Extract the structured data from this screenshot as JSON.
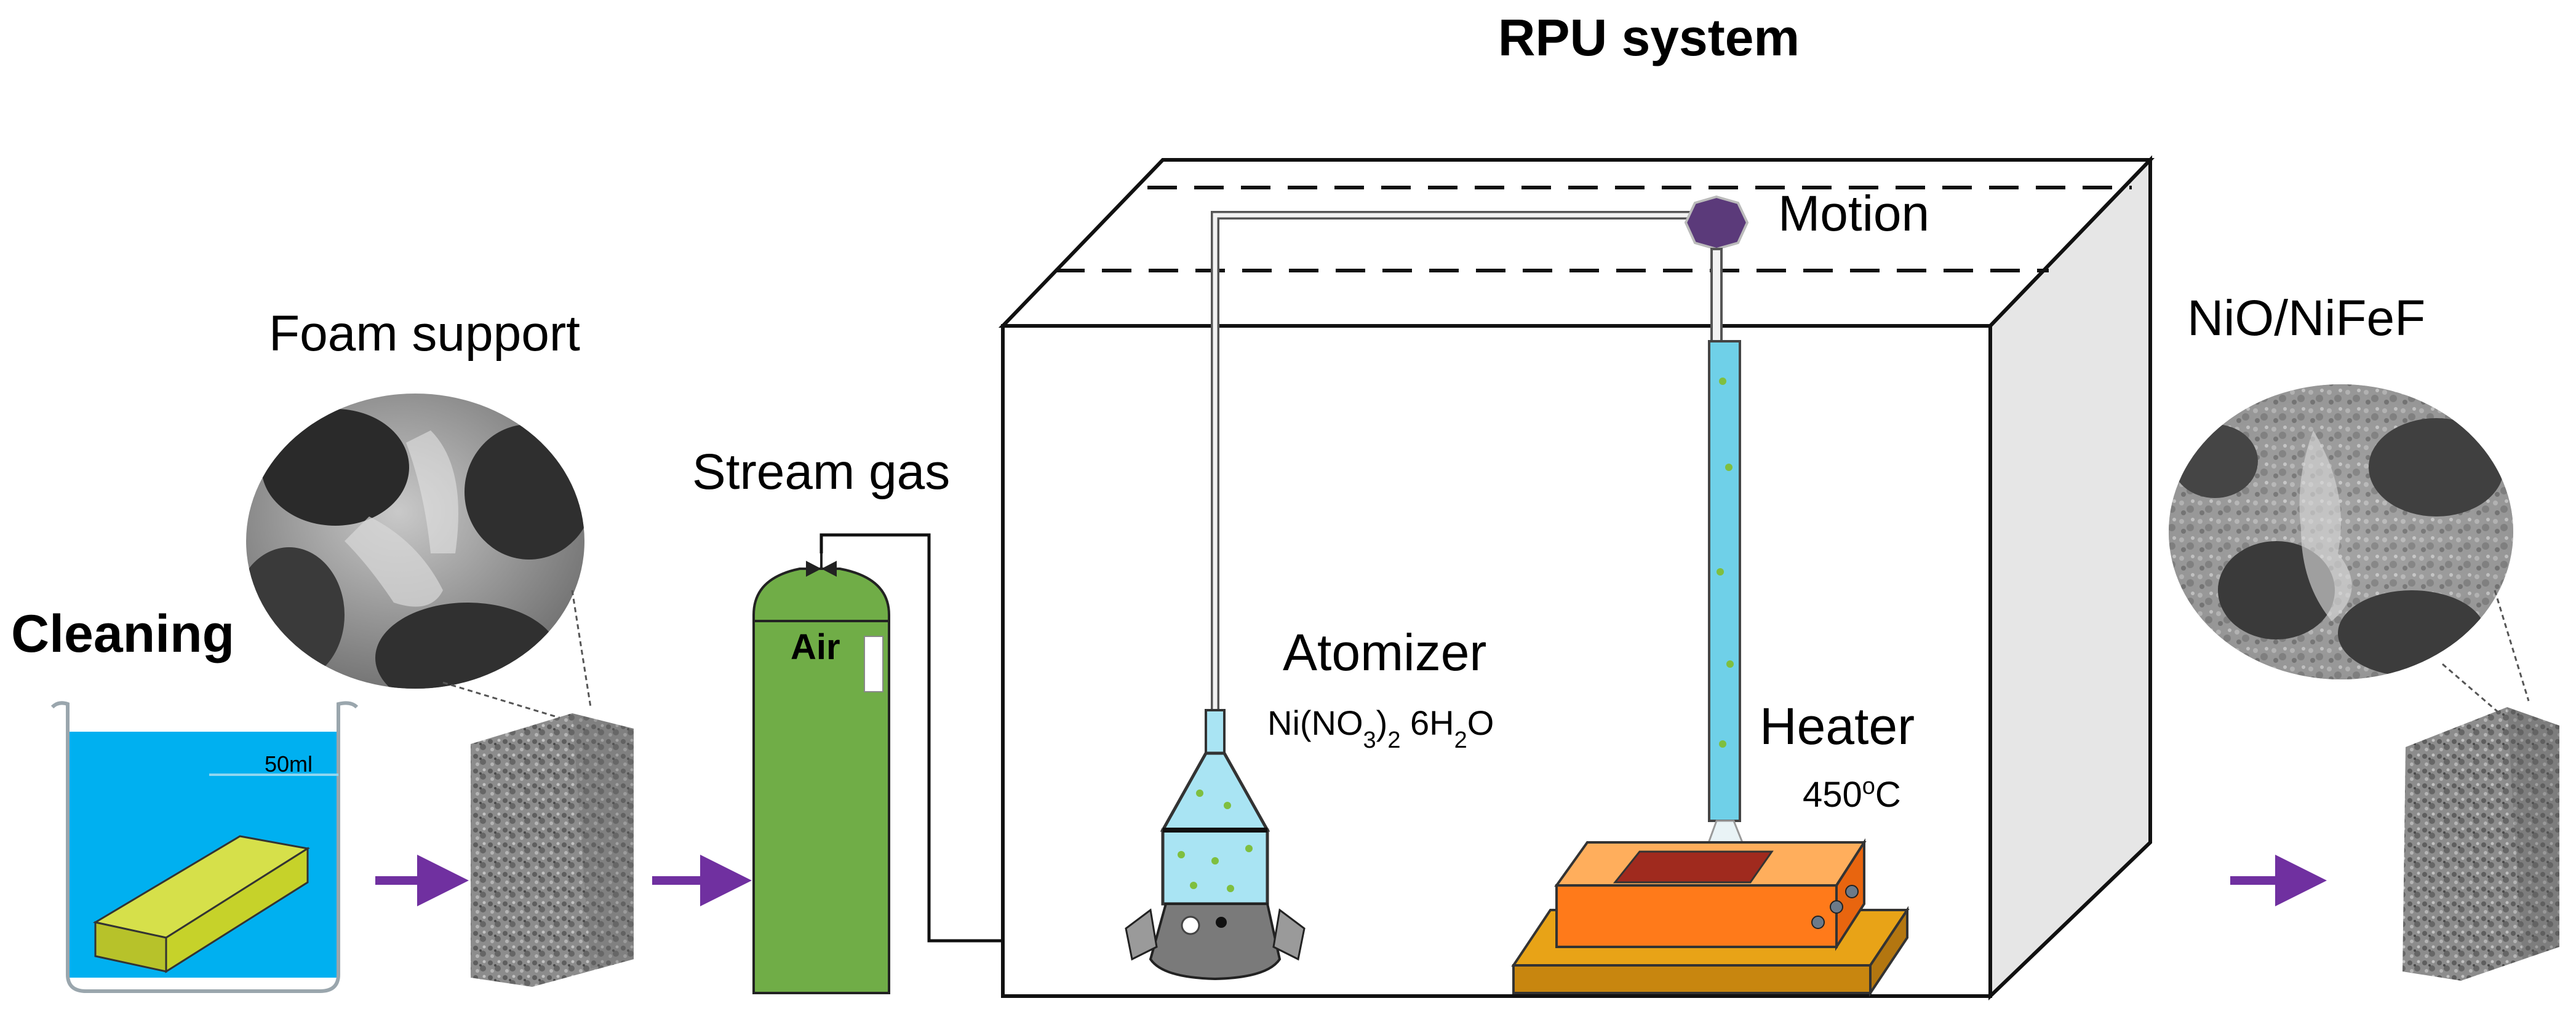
{
  "title": "RPU system",
  "labels": {
    "cleaning": "Cleaning",
    "foam_support": "Foam support",
    "stream_gas": "Stream gas",
    "air": "Air",
    "beaker_volume": "50ml",
    "atomizer": "Atomizer",
    "precursor": {
      "part1": "Ni(NO",
      "sub1": "3",
      "part2": ")",
      "sub2": "2",
      "part3": " 6H",
      "sub3": "2",
      "part4": "O"
    },
    "motion": "Motion",
    "heater": "Heater",
    "temperature": {
      "value": "450",
      "sup": "o",
      "unit": "C"
    },
    "product": "NiO/NiFeF"
  },
  "colors": {
    "arrow": "#7030a0",
    "gas_cylinder": "#70ad47",
    "solution": "#00b0f0",
    "foam_block": "#c6d22a",
    "nozzle_tube": "#6fd0e8",
    "motion_stage": "#5b3a7a",
    "heater_base": "#e8a317",
    "heater_top": "#ff7a1a",
    "substrate": "#a02a1e",
    "sem_gray": "#8a8a8a",
    "foam_gray": "#7d7d7d"
  }
}
